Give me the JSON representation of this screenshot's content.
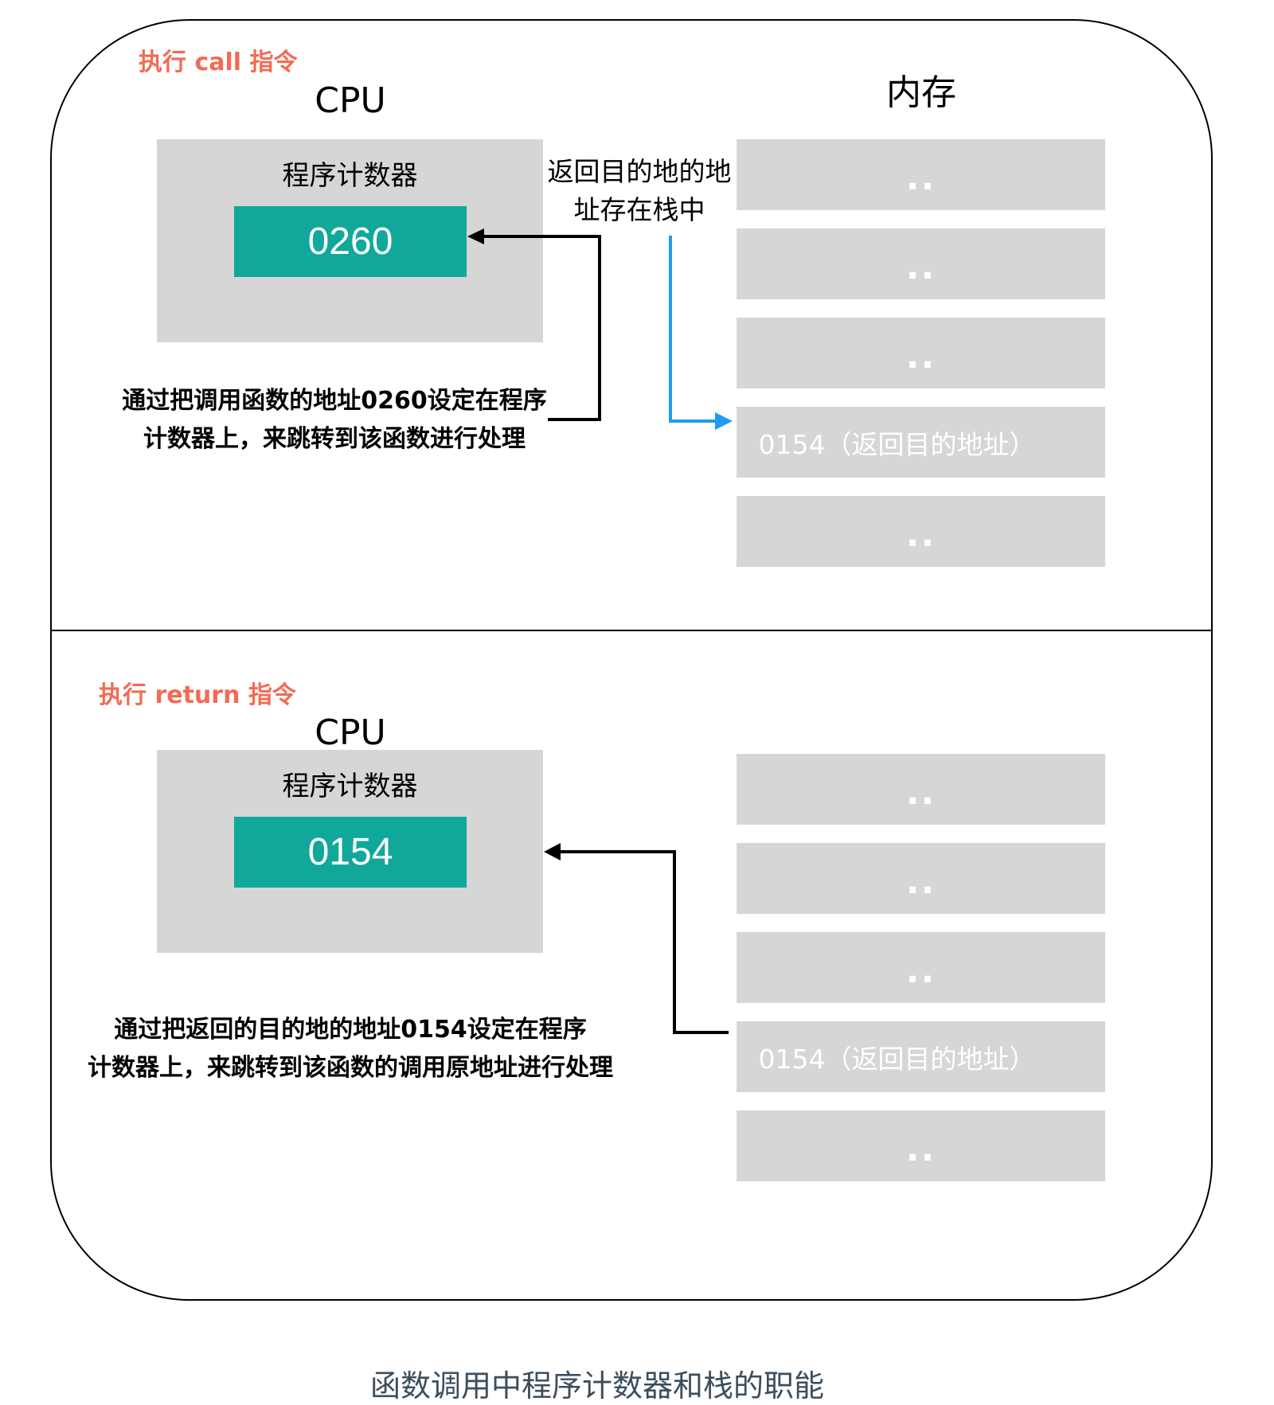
{
  "top": {
    "section_label": "执行 call 指令",
    "cpu_title": "CPU",
    "memory_title": "内存",
    "pc_label": "程序计数器",
    "pc_value": "0260",
    "annotation_lines": [
      "返回目的地的地",
      "址存在栈中"
    ],
    "note_lines": [
      "通过把调用函数的地址0260设定在程序",
      "计数器上，来跳转到该函数进行处理"
    ],
    "memory_cells": [
      "..",
      "..",
      "..",
      "0154（返回目的地址）",
      ".."
    ]
  },
  "bottom": {
    "section_label": "执行 return 指令",
    "cpu_title": "CPU",
    "pc_label": "程序计数器",
    "pc_value": "0154",
    "note_lines": [
      "通过把返回的目的地的地址0154设定在程序",
      "计数器上，来跳转到该函数的调用原地址进行处理"
    ],
    "memory_cells": [
      "..",
      "..",
      "..",
      "0154（返回目的地址）",
      ".."
    ]
  },
  "caption": "函数调用中程序计数器和栈的职能",
  "colors": {
    "section_label": "#f26b55",
    "pc_value_bg": "#11a89b",
    "box_gray": "#d6d6d6",
    "push_arrow": "#1e9cf0",
    "caption": "#3d4e5c"
  }
}
